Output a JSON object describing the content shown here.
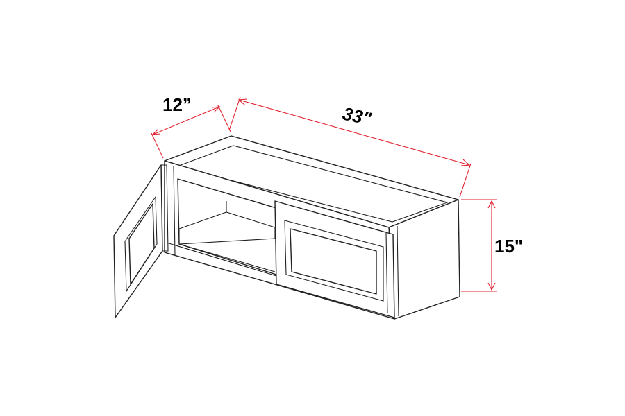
{
  "dimensions": {
    "depth": "12”",
    "width": "33\"",
    "height": "15\""
  },
  "colors": {
    "dimension_line": "#e0202c",
    "outline": "#222222",
    "fill": "#ffffff"
  }
}
